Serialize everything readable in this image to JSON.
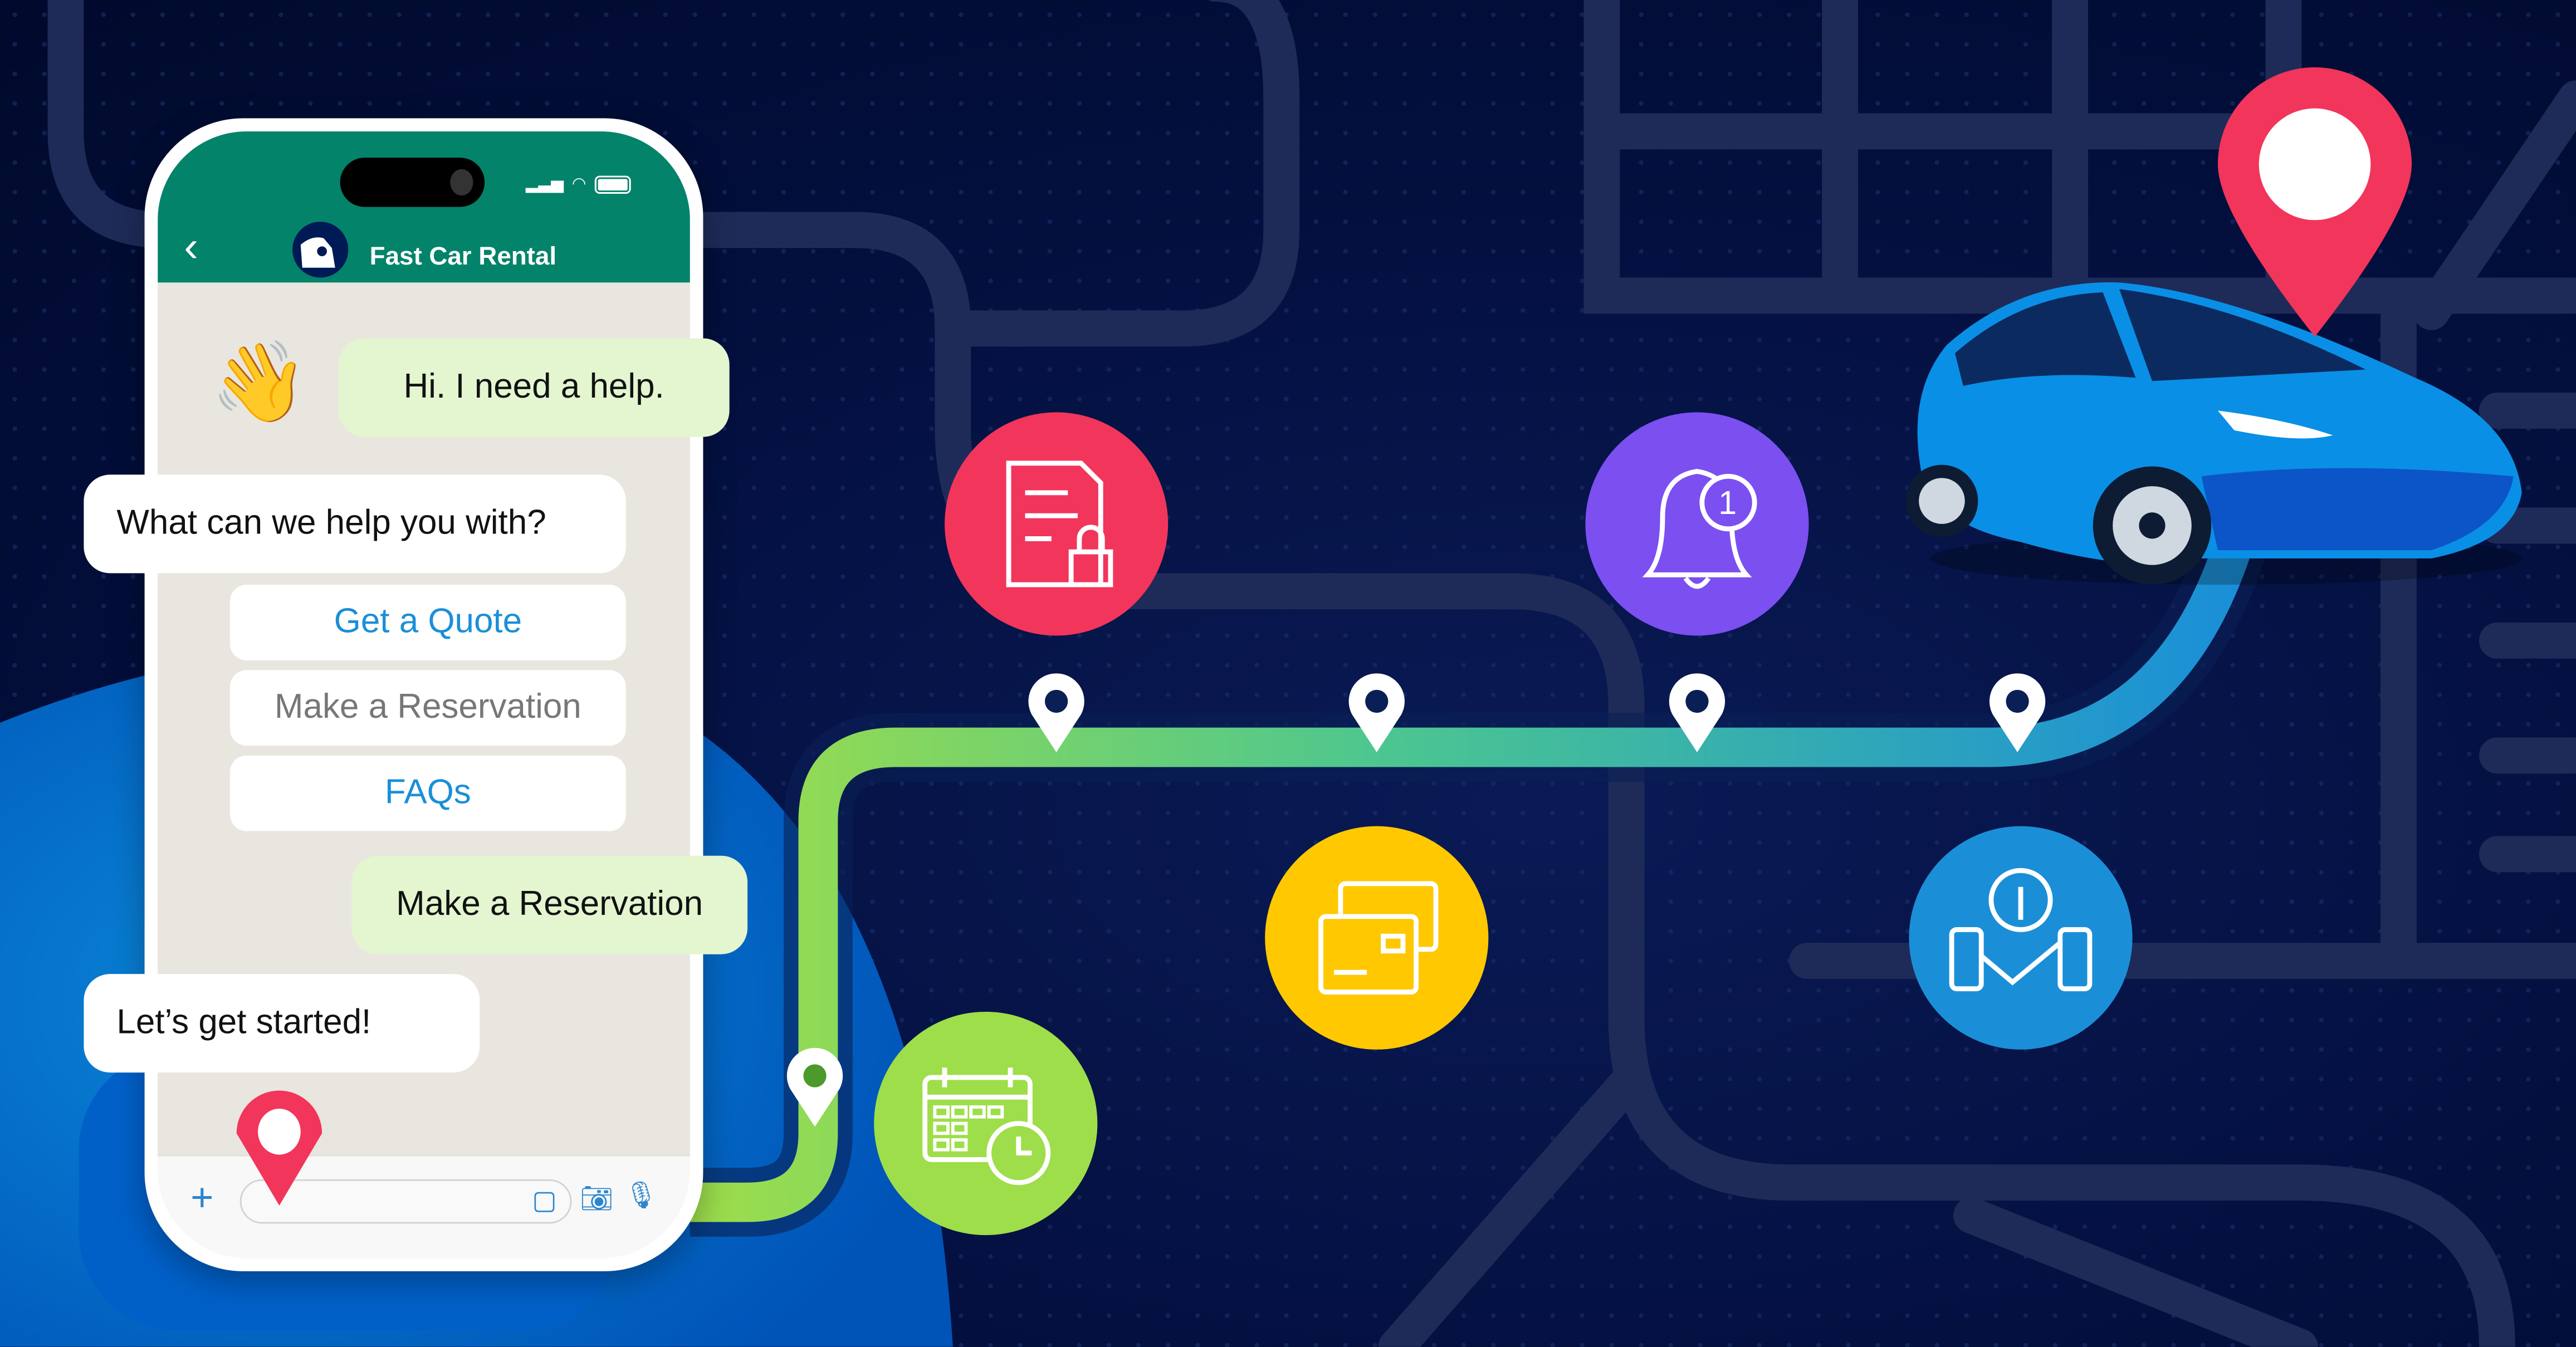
{
  "chat": {
    "contact_name": "Fast Car Rental",
    "messages": [
      {
        "from": "user",
        "text": "Hi. I need a help."
      },
      {
        "from": "bot",
        "text": "What can we help you with?"
      },
      {
        "from": "user",
        "text": "Make a Reservation"
      },
      {
        "from": "bot",
        "text": "Let’s get started!"
      }
    ],
    "quick_replies": [
      {
        "label": "Get a Quote",
        "color": "#1a8fd8"
      },
      {
        "label": "Make a Reservation",
        "color": "#777777"
      },
      {
        "label": "FAQs",
        "color": "#1a8fd8"
      }
    ],
    "wave_emoji": "👋",
    "header_color": "#03836a"
  },
  "journey": {
    "steps": [
      {
        "icon": "document-lock-icon",
        "color": "#f2355b"
      },
      {
        "icon": "payment-cards-icon",
        "color": "#ffc800"
      },
      {
        "icon": "bell-notification-icon",
        "color": "#7b4ff0",
        "badge": "1"
      },
      {
        "icon": "key-handshake-icon",
        "color": "#1a8fd8"
      },
      {
        "icon": "calendar-clock-icon",
        "color": "#9ede4a"
      }
    ],
    "route_colors": [
      "#9ede4a",
      "#1a8fd8"
    ],
    "pin_color": "#f2355b"
  }
}
